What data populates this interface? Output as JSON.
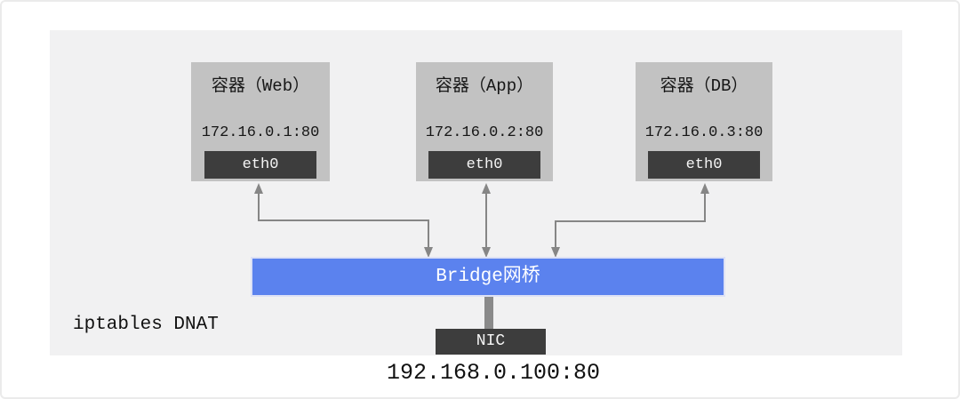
{
  "diagram": {
    "containers": [
      {
        "title": "容器（Web）",
        "ip": "172.16.0.1:80",
        "iface": "eth0"
      },
      {
        "title": "容器（App）",
        "ip": "172.16.0.2:80",
        "iface": "eth0"
      },
      {
        "title": "容器（DB）",
        "ip": "172.16.0.3:80",
        "iface": "eth0"
      }
    ],
    "bridge_label": "Bridge网桥",
    "nic_label": "NIC",
    "iptables_label": "iptables DNAT",
    "host_address": "192.168.0.100:80",
    "colors": {
      "panel_background": "#f1f1f2",
      "container_fill": "#c2c2c2",
      "interface_fill": "#3d3d3d",
      "bridge_fill": "#5b82ee",
      "arrow": "#868686",
      "text": "#151515"
    }
  }
}
